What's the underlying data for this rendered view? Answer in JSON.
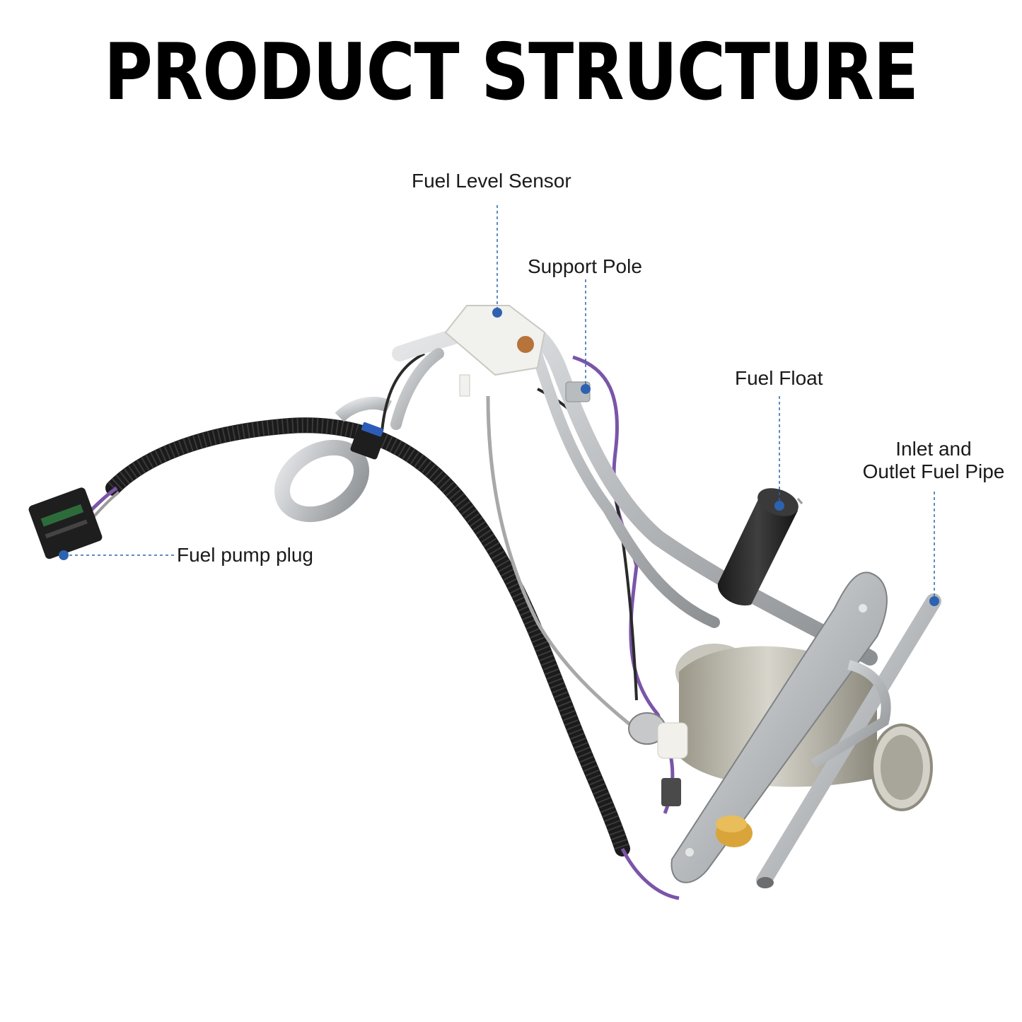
{
  "title": "PRODUCT STRUCTURE",
  "colors": {
    "callout_dot": "#2d62b0",
    "callout_line": "#2d62b0",
    "wire_purple": "#7a55a8",
    "hose_black": "#1b1b1b",
    "metal": "#b9bcbf",
    "float_rubber": "#2a2a2a",
    "grommet_yellow": "#d9a53a"
  },
  "callouts": {
    "fuel_level_sensor": "Fuel Level Sensor",
    "support_pole": "Support Pole",
    "fuel_float": "Fuel Float",
    "inlet_outlet_line1": "Inlet and",
    "inlet_outlet_line2": "Outlet Fuel Pipe",
    "fuel_pump_plug": "Fuel pump plug"
  }
}
